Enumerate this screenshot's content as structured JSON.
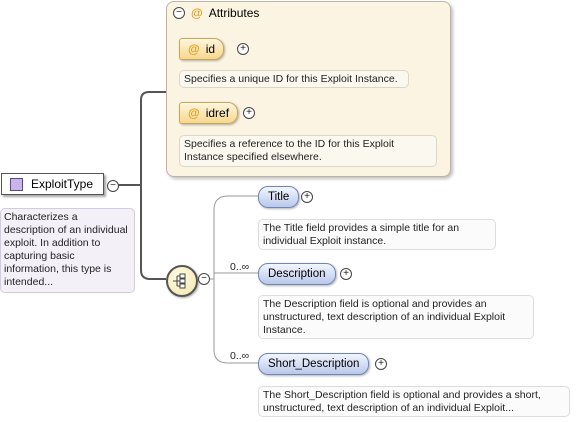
{
  "attributes_panel": {
    "title": "Attributes",
    "at_symbol": "@",
    "items": [
      {
        "name": "id",
        "doc": "Specifies a unique ID for this Exploit Instance."
      },
      {
        "name": "idref",
        "doc": "Specifies a reference to the ID for this Exploit Instance specified elsewhere."
      }
    ]
  },
  "main_element": {
    "name": "ExploitType",
    "doc": "Characterizes a description of an individual exploit. In addition to capturing basic information, this type is intended..."
  },
  "children": [
    {
      "name": "Title",
      "multiplicity": "",
      "doc": "The Title field provides a simple title for an individual Exploit instance."
    },
    {
      "name": "Description",
      "multiplicity": "0..∞",
      "doc": "The Description field is optional and provides an unstructured, text description of an individual Exploit Instance."
    },
    {
      "name": "Short_Description",
      "multiplicity": "0..∞",
      "doc": "The Short_Description field is optional and provides a short, unstructured, text description of an individual Exploit..."
    }
  ],
  "icons": {
    "collapse": "⊖",
    "expand": "⊕",
    "minus": "−",
    "plus": "+"
  },
  "colors": {
    "attr_panel_bg": "#fbf4e3",
    "attr_pill": "#f6d78e",
    "child_pill": "#b9c8ea",
    "main_icon": "#c8b6ea",
    "at_symbol": "#e0a020"
  }
}
